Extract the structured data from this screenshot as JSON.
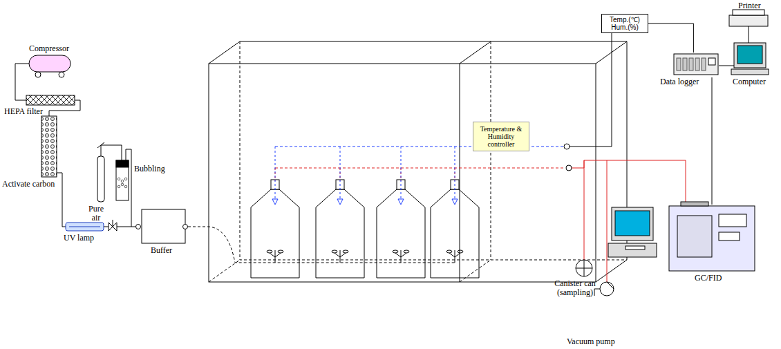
{
  "diagram": {
    "nodes": [
      {
        "text": [
          "Temp.(℃) Hum.(%)"
        ]
      },
      {
        "text": [
          "Data logger"
        ]
      },
      {
        "text": [
          "Temperature & Humidity controller"
        ]
      }
    ],
    "edges": [
      {
        "from": 0,
        "to": 1,
        "arrow": "none"
      }
    ],
    "labels": [
      "Compressor",
      "HEPA filter",
      "Activate carbon",
      "UV lamp",
      "Pure air",
      "Bubbling",
      "Buffer",
      "Printer",
      "Computer",
      "GC/FID",
      "Canister can (sampling)",
      "Vacuum pump"
    ]
  }
}
